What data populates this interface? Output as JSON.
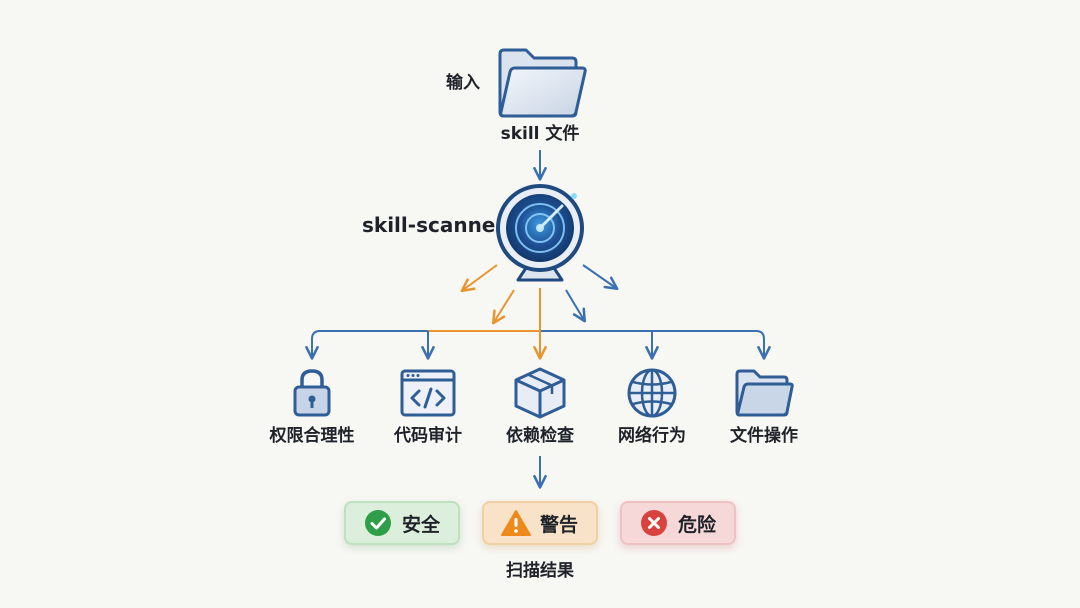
{
  "input": {
    "side_label": "输入",
    "file_label": "skill 文件",
    "icon": "folder-icon"
  },
  "scanner": {
    "label": "skill-scanner",
    "icon": "radar-scanner-icon"
  },
  "checks": [
    {
      "label": "权限合理性",
      "icon": "padlock-icon",
      "color": "#3a6fb0"
    },
    {
      "label": "代码审计",
      "icon": "code-window-icon",
      "color": "#3a6fb0"
    },
    {
      "label": "依赖检查",
      "icon": "package-box-icon",
      "color": "#e8952f"
    },
    {
      "label": "网络行为",
      "icon": "globe-icon",
      "color": "#3a6fb0"
    },
    {
      "label": "文件操作",
      "icon": "folder-icon",
      "color": "#3a6fb0"
    }
  ],
  "results": {
    "title": "扫描结果",
    "items": [
      {
        "label": "安全",
        "icon": "check-circle-icon",
        "color": "#2e9e48"
      },
      {
        "label": "警告",
        "icon": "warning-triangle-icon",
        "color": "#ee8a1c"
      },
      {
        "label": "危险",
        "icon": "x-circle-icon",
        "color": "#d9433d"
      }
    ]
  },
  "colors": {
    "primary": "#3a6fb0",
    "accent_orange": "#e8952f",
    "background": "#f7f7f4"
  }
}
